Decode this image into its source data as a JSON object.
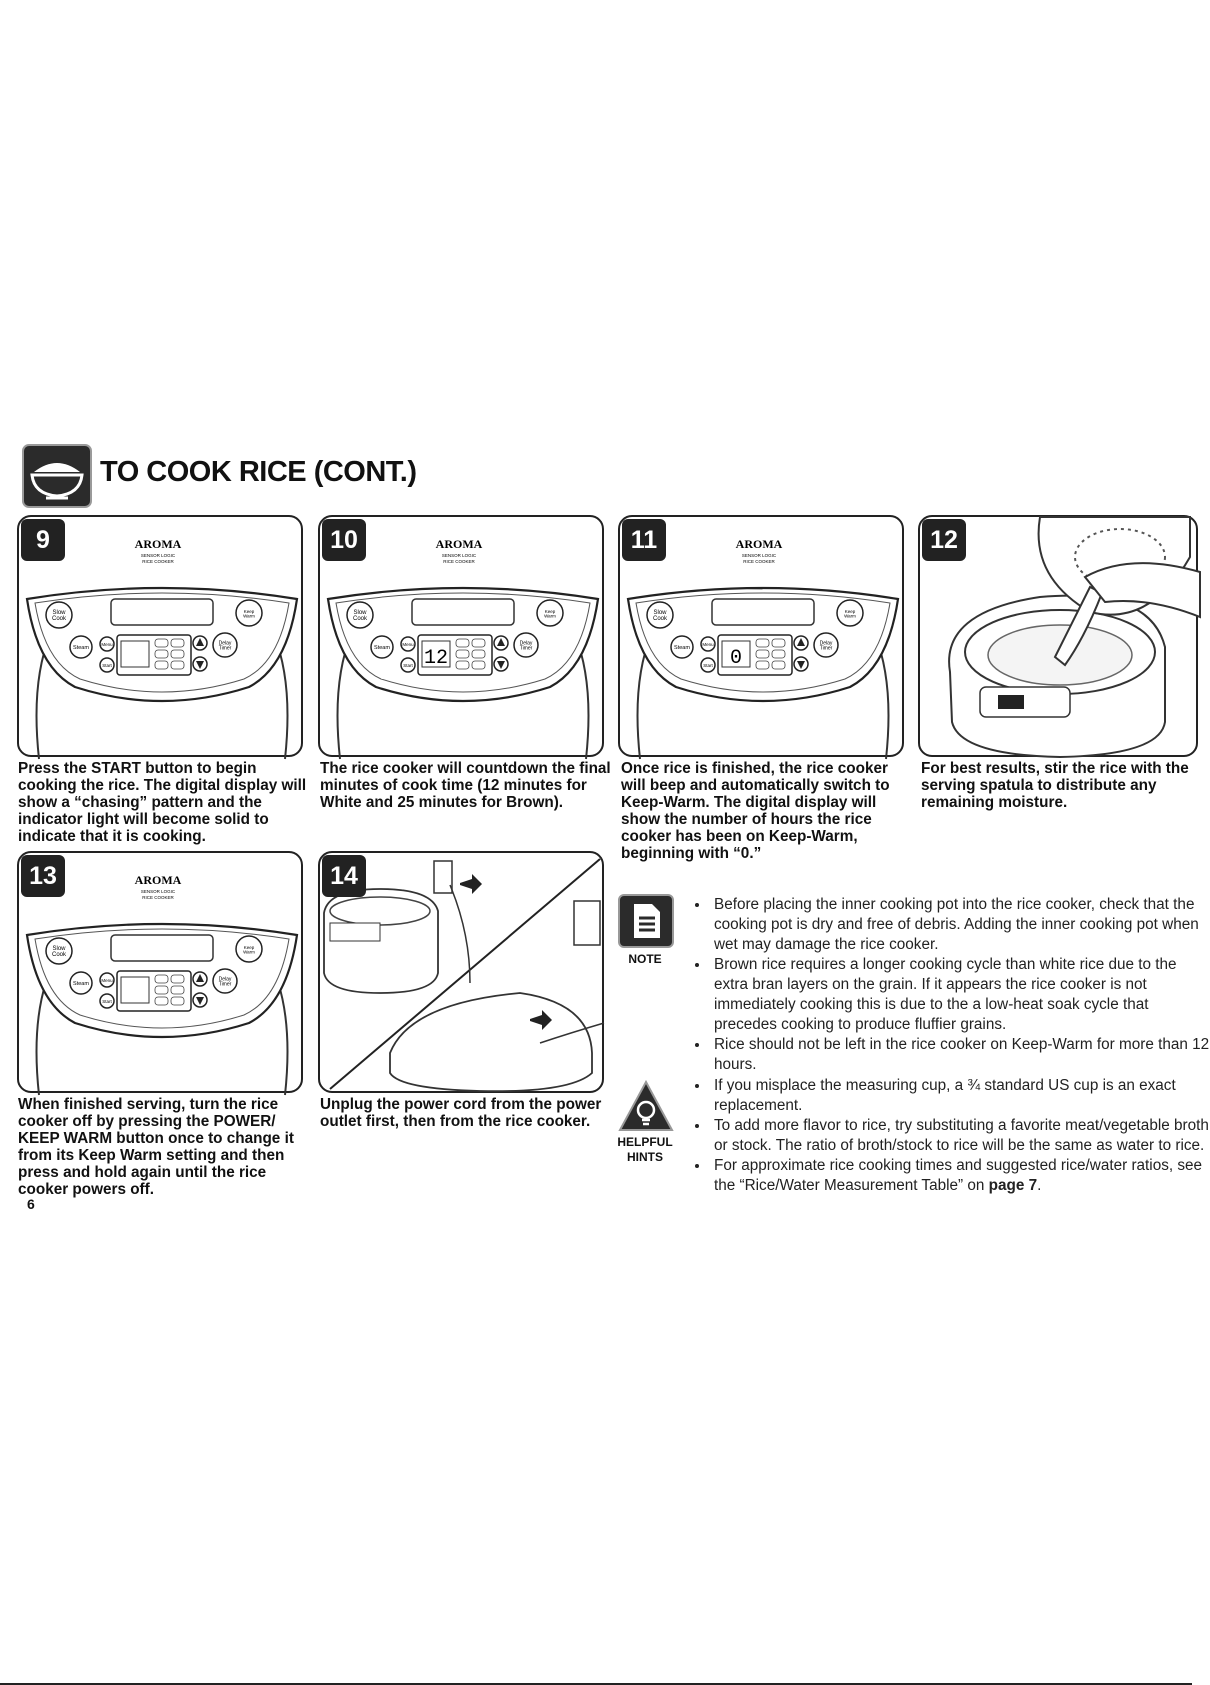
{
  "header": {
    "title": "TO COOK RICE (CONT.)",
    "icon": "rice-bowl-icon"
  },
  "panel_text": {
    "brand": "AROMA",
    "brand_sub1": "SENSOR LOGIC",
    "brand_sub2": "RICE COOKER",
    "btn_slow": "Slow Cook",
    "btn_steam": "Steam",
    "btn_menu": "Menu",
    "btn_start": "Start",
    "btn_delay": "Delay Timer",
    "btn_keepwarm": "Keep Warm"
  },
  "steps": [
    {
      "number": "9",
      "caption": "Press the START button to begin cooking the rice. The digital display will show a “chasing” pattern and the indicator light will become solid to indicate that it is cooking.",
      "display": ""
    },
    {
      "number": "10",
      "caption": "The rice cooker will countdown the final minutes of cook time (12 minutes for White and 25 minutes for Brown).",
      "display": "12"
    },
    {
      "number": "11",
      "caption": "Once rice is finished, the rice cooker will beep and automatically switch to Keep-Warm. The digital display will show the number of hours the rice cooker has been on Keep-Warm, beginning with “0.”",
      "display": "0"
    },
    {
      "number": "12",
      "caption": "For best results, stir the rice with the serving spatula to distribute any remaining moisture."
    },
    {
      "number": "13",
      "caption": "When finished serving, turn the rice cooker off by pressing the POWER/ KEEP WARM button once to change it from its Keep Warm setting and then press and hold again until the rice cooker powers off."
    },
    {
      "number": "14",
      "caption": "Unplug the power cord from the power outlet first, then from the rice cooker."
    }
  ],
  "note": {
    "label": "NOTE",
    "icon": "note-document-icon",
    "items": [
      "Before placing the inner cooking pot into the rice cooker, check that the cooking pot is dry and free of debris. Adding the inner cooking pot when wet may damage the rice cooker.",
      "Brown rice requires a longer cooking cycle than white rice due to the extra bran layers on the grain. If it appears the rice cooker is not immediately cooking this is due to the a low-heat soak cycle that precedes cooking to produce fluffier grains.",
      "Rice should not be left in the rice cooker on Keep-Warm for more than 12 hours."
    ]
  },
  "hints": {
    "label_line1": "HELPFUL",
    "label_line2": "HINTS",
    "icon": "lightbulb-icon",
    "items": [
      "If you misplace the measuring cup, a ¾ standard US cup is an exact replacement.",
      "To add more flavor to rice, try substituting a favorite meat/vegetable broth or stock. The ratio of broth/stock to rice will be the same as water to rice."
    ],
    "last_item_prefix": "For approximate rice cooking times and suggested rice/water ratios, see the “Rice/Water Measurement Table” on ",
    "last_item_bold": "page 7",
    "last_item_suffix": "."
  },
  "footer": {
    "page_number": "6"
  }
}
